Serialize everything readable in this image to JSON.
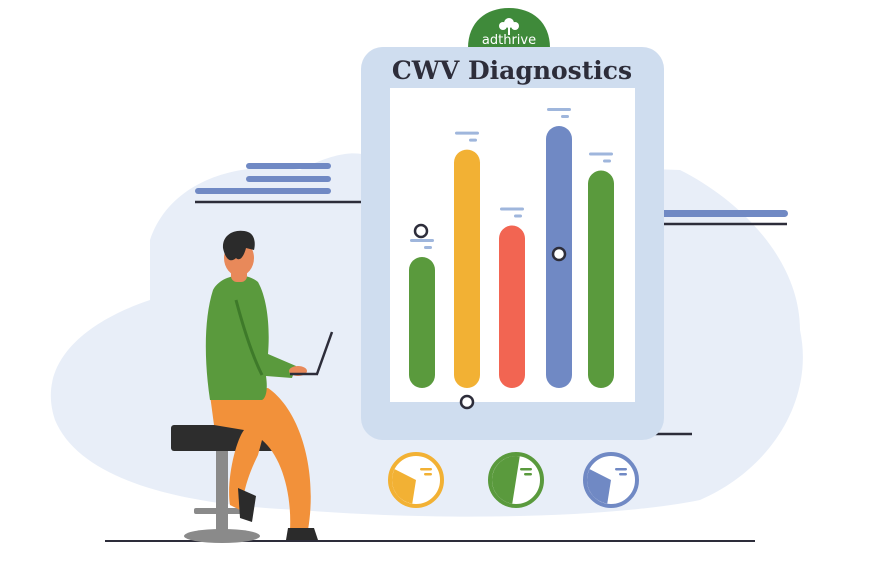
{
  "title": "CWV Diagnostics",
  "logo": {
    "text": "adthrive",
    "icon": "tree-icon"
  },
  "colors": {
    "green": "#5a9a3d",
    "yellow": "#f2b134",
    "red": "#f26552",
    "blue": "#7089c4",
    "panel": "#cfddef",
    "blob": "#e8eef8",
    "line": "#2d2d3a",
    "accent_bar": "#7089c4",
    "logo_bg": "#3f8a3a",
    "skin": "#e8895a",
    "shirt": "#5a9a3d",
    "pants": "#f2913a",
    "hair": "#2b2b2b",
    "stool": "#2d2d2d"
  },
  "chart_data": {
    "type": "bar",
    "categories": [
      "",
      "",
      "",
      "",
      ""
    ],
    "values": [
      0.5,
      0.91,
      0.62,
      1.0,
      0.83
    ],
    "bar_colors": [
      "#5a9a3d",
      "#f2b134",
      "#f26552",
      "#7089c4",
      "#5a9a3d"
    ],
    "title": "CWV Diagnostics",
    "xlabel": "",
    "ylabel": "",
    "ylim": [
      0,
      1
    ]
  },
  "gauges": [
    {
      "name": "gauge-yellow",
      "color": "#f2b134",
      "level": 0.3
    },
    {
      "name": "gauge-green",
      "color": "#5a9a3d",
      "level": 0.5
    },
    {
      "name": "gauge-blue",
      "color": "#7089c4",
      "level": 0.3
    }
  ]
}
